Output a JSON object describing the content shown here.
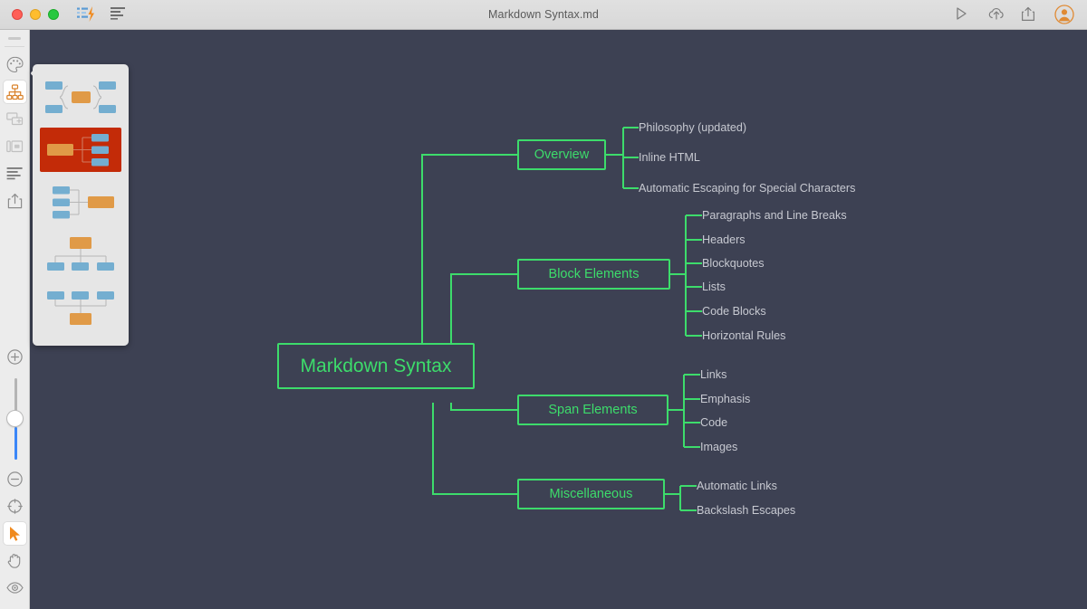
{
  "window": {
    "title": "Markdown Syntax.md",
    "traffic_lights": [
      "close-red",
      "minimize-yellow",
      "zoom-green"
    ],
    "left_tools": [
      {
        "name": "outline-lightning-icon",
        "label": "Outline"
      },
      {
        "name": "text-align-icon",
        "label": "Text"
      }
    ],
    "right_tools": [
      {
        "name": "play-icon",
        "label": "Present"
      },
      {
        "name": "cloud-upload-icon",
        "label": "Cloud"
      },
      {
        "name": "share-icon",
        "label": "Share"
      },
      {
        "name": "account-avatar-icon",
        "label": "Account"
      }
    ]
  },
  "colors": {
    "canvas_bg": "#3d4153",
    "node_green": "#3ddc6b",
    "leaf_text": "#c7c9d1",
    "accent_orange": "#e08a33",
    "selected_tile": "#c32b08",
    "tile_blue": "#6fadd0",
    "slider_blue": "#3b86f7"
  },
  "rail": {
    "top_items": [
      {
        "name": "palette-icon",
        "label": "Style",
        "selected": false
      },
      {
        "name": "hierarchy-layout-icon",
        "label": "Layout",
        "selected": true
      },
      {
        "name": "add-node-icon",
        "label": "Add Node",
        "selected": false
      },
      {
        "name": "node-shape-icon",
        "label": "Node",
        "selected": false
      },
      {
        "name": "text-lines-icon",
        "label": "Notes",
        "selected": false
      },
      {
        "name": "export-icon",
        "label": "Export",
        "selected": false
      }
    ],
    "bottom_items": [
      {
        "name": "zoom-in-icon",
        "label": "Zoom In",
        "selected": false
      },
      {
        "name": "zoom-slider",
        "label": "Zoom",
        "value": 50
      },
      {
        "name": "zoom-out-icon",
        "label": "Zoom Out",
        "selected": false
      },
      {
        "name": "fit-center-icon",
        "label": "Center",
        "selected": false
      },
      {
        "name": "pointer-icon",
        "label": "Select",
        "selected": true
      },
      {
        "name": "hand-icon",
        "label": "Pan",
        "selected": false
      },
      {
        "name": "eye-icon",
        "label": "Focus",
        "selected": false
      }
    ]
  },
  "template_panel": {
    "items": [
      {
        "name": "layout-balanced",
        "label": "Balanced Map",
        "selected": false
      },
      {
        "name": "layout-right-branch",
        "label": "Right Logic Chart",
        "selected": true
      },
      {
        "name": "layout-left-branch",
        "label": "Left Logic Chart",
        "selected": false
      },
      {
        "name": "layout-org-down",
        "label": "Org Chart Downward",
        "selected": false
      },
      {
        "name": "layout-org-up",
        "label": "Org Chart Upward",
        "selected": false
      }
    ]
  },
  "mindmap": {
    "root": {
      "label": "Markdown Syntax"
    },
    "branches": [
      {
        "label": "Overview",
        "children": [
          "Philosophy (updated)",
          "Inline HTML",
          "Automatic Escaping for Special Characters"
        ]
      },
      {
        "label": "Block Elements",
        "children": [
          "Paragraphs and Line Breaks",
          "Headers",
          "Blockquotes",
          "Lists",
          "Code Blocks",
          "Horizontal Rules"
        ]
      },
      {
        "label": "Span Elements",
        "children": [
          "Links",
          "Emphasis",
          "Code",
          "Images"
        ]
      },
      {
        "label": "Miscellaneous",
        "children": [
          "Automatic Links",
          "Backslash Escapes"
        ]
      }
    ]
  }
}
